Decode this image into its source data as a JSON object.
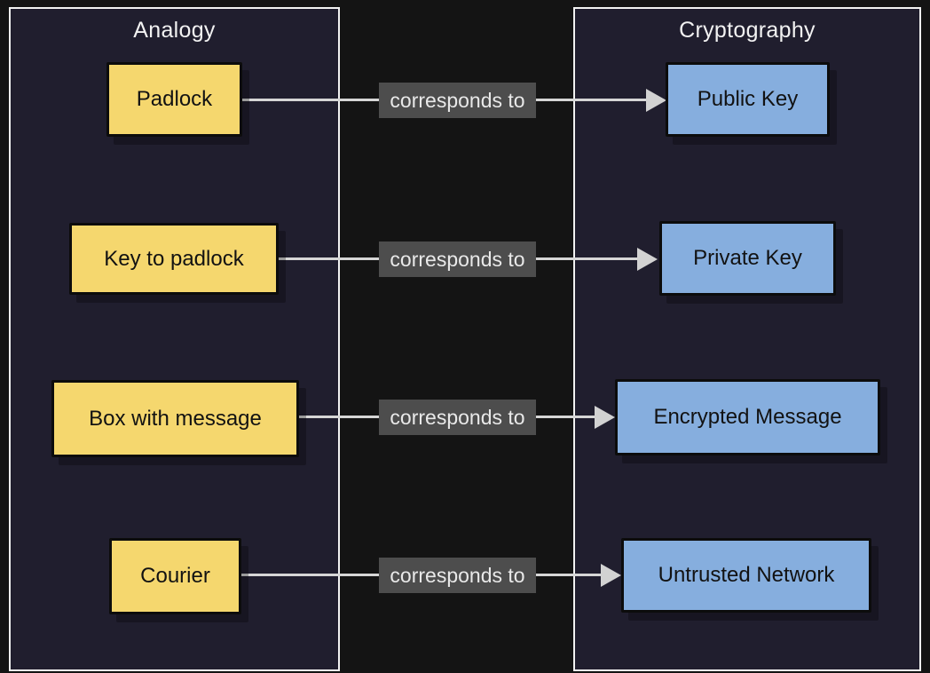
{
  "diagram": {
    "left_panel": {
      "title": "Analogy"
    },
    "right_panel": {
      "title": "Cryptography"
    },
    "rows": [
      {
        "analogy": "Padlock",
        "relation": "corresponds to",
        "crypto": "Public Key"
      },
      {
        "analogy": "Key to padlock",
        "relation": "corresponds to",
        "crypto": "Private Key"
      },
      {
        "analogy": "Box with message",
        "relation": "corresponds to",
        "crypto": "Encrypted Message"
      },
      {
        "analogy": "Courier",
        "relation": "corresponds to",
        "crypto": "Untrusted Network"
      }
    ],
    "colors": {
      "background": "#141414",
      "panel_fill": "#201e2e",
      "panel_border": "#f2f2f2",
      "analogy_node_fill": "#f5d76e",
      "crypto_node_fill": "#86aede",
      "node_border": "#0c0c0c",
      "node_text": "#121212",
      "connector_line": "#d6d6d6",
      "arrowhead": "#d2d2d2",
      "relation_label_bg": "#4d4d4d",
      "relation_label_text": "#e9e9e9",
      "title_text": "#f2f2f2"
    }
  }
}
